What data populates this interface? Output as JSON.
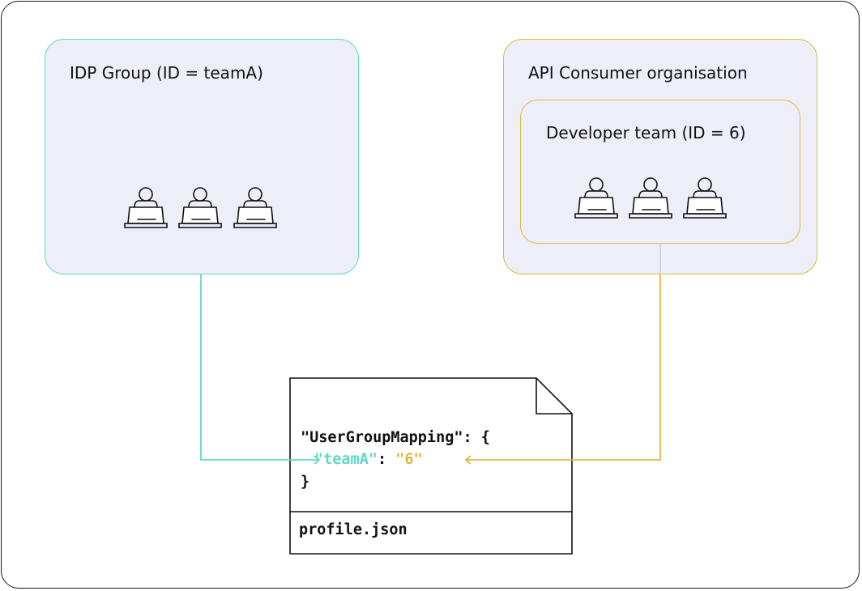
{
  "idp_group": {
    "title": "IDP Group (ID = teamA)",
    "border_color": "#5ed9c6"
  },
  "consumer_org": {
    "title": "API Consumer organisation",
    "border_color": "#e0b93c"
  },
  "developer_team": {
    "title": "Developer team (ID = 6)"
  },
  "profile_file": {
    "name": "profile.json",
    "line1": "\"UserGroupMapping\": {",
    "key": "\"teamA\"",
    "separator": ": ",
    "value": "\"6\"",
    "closing": "}"
  },
  "icons": [
    "user-at-laptop-icon"
  ],
  "colors": {
    "teal": "#5ed9c6",
    "gold": "#e0b93c",
    "box_fill": "#eeeef8"
  }
}
